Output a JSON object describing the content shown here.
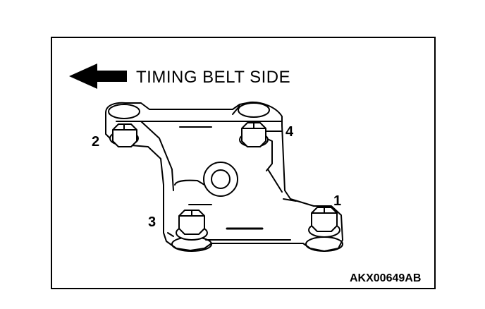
{
  "direction_label": "TIMING BELT SIDE",
  "bolt_numbers": {
    "one": "1",
    "two": "2",
    "three": "3",
    "four": "4"
  },
  "figure_code": "AKX00649AB"
}
